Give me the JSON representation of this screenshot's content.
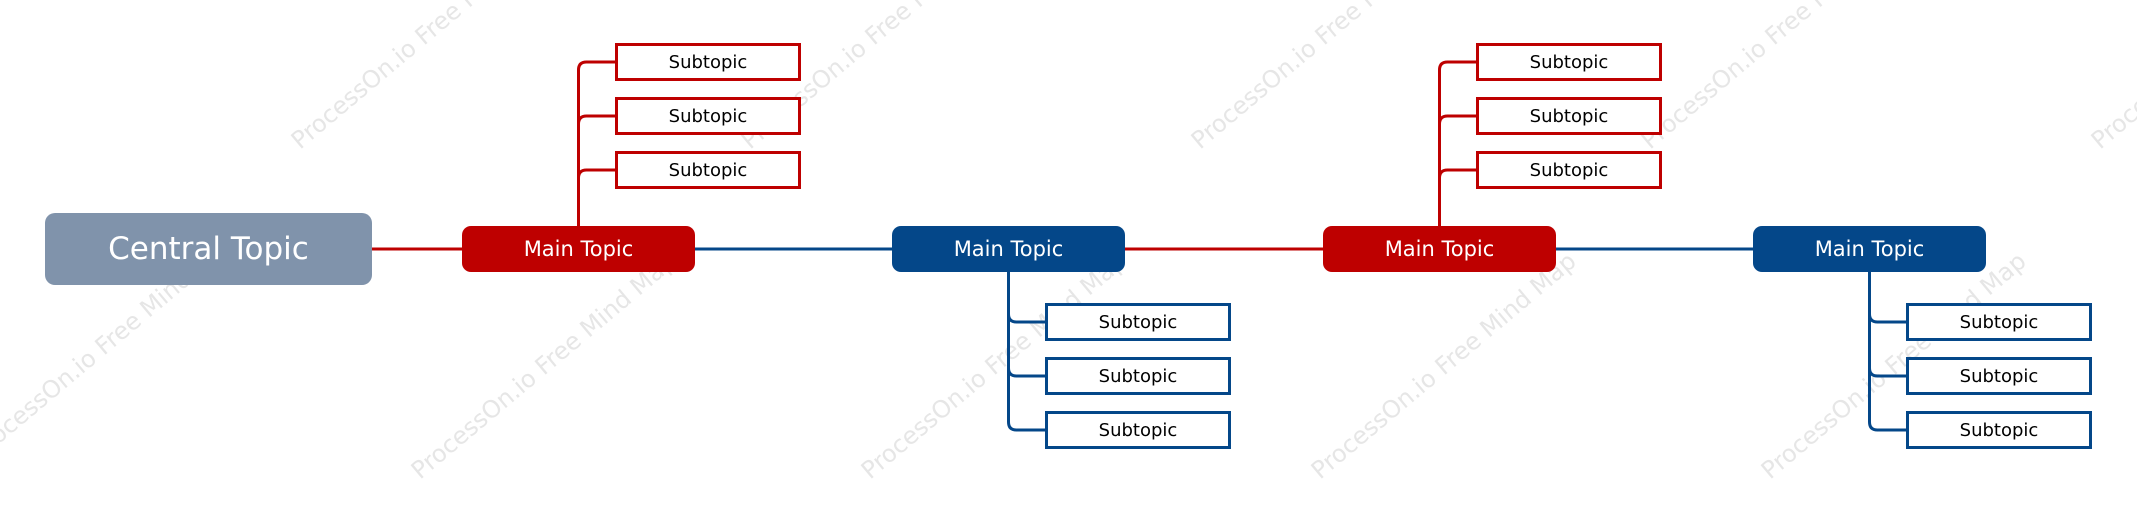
{
  "colors": {
    "central": "#8093ab",
    "red": "#be0000",
    "blue": "#044789"
  },
  "watermark": "ProcessOn.io Free Mind Map",
  "central_topic": {
    "label": "Central Topic"
  },
  "main_topics": [
    {
      "label": "Main Topic",
      "color": "red",
      "subtopics": [
        "Subtopic",
        "Subtopic",
        "Subtopic"
      ]
    },
    {
      "label": "Main Topic",
      "color": "blue",
      "subtopics": [
        "Subtopic",
        "Subtopic",
        "Subtopic"
      ]
    },
    {
      "label": "Main Topic",
      "color": "red",
      "subtopics": [
        "Subtopic",
        "Subtopic",
        "Subtopic"
      ]
    },
    {
      "label": "Main Topic",
      "color": "blue",
      "subtopics": [
        "Subtopic",
        "Subtopic",
        "Subtopic"
      ]
    }
  ]
}
